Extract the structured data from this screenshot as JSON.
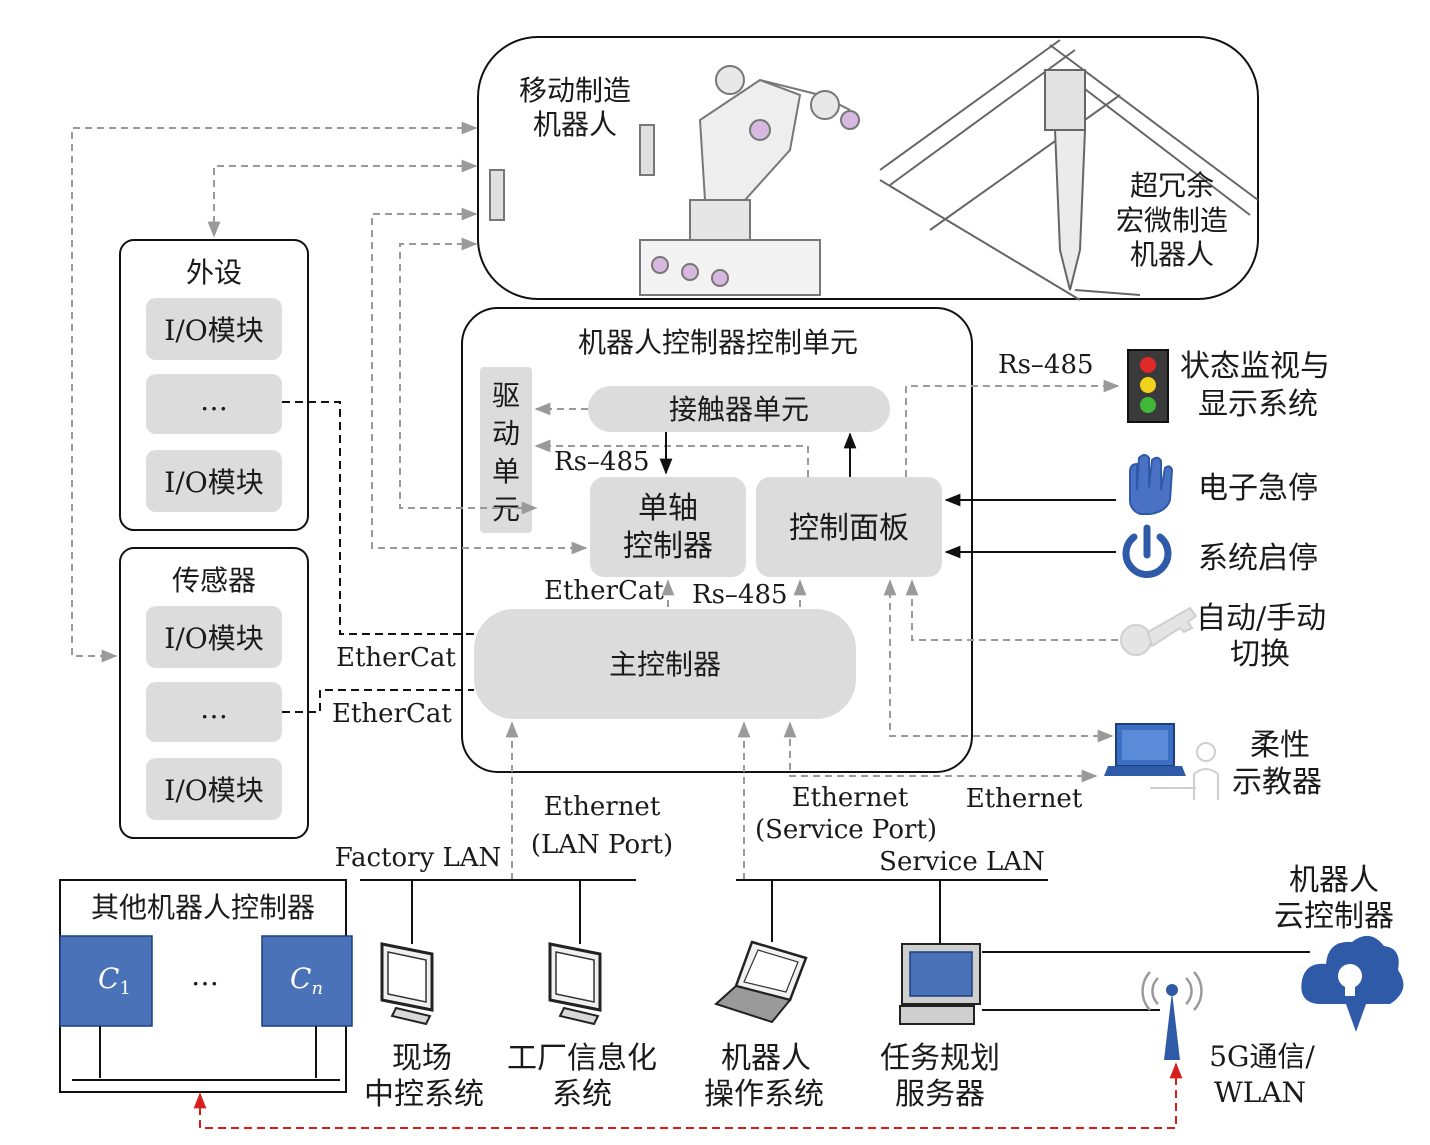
{
  "robots": {
    "mobile_label_1": "移动制造",
    "mobile_label_2": "机器人",
    "redundant_label_1": "超冗余",
    "redundant_label_2": "宏微制造",
    "redundant_label_3": "机器人"
  },
  "peripheral": {
    "title": "外设",
    "items": [
      "I/O模块",
      "…",
      "I/O模块"
    ]
  },
  "sensor": {
    "title": "传感器",
    "items": [
      "I/O模块",
      "…",
      "I/O模块"
    ]
  },
  "controller_unit": {
    "title": "机器人控制器控制单元",
    "drive_unit": [
      "驱",
      "动",
      "单",
      "元"
    ],
    "contactor_unit": "接触器单元",
    "single_axis_1": "单轴",
    "single_axis_2": "控制器",
    "control_panel": "控制面板",
    "main_controller": "主控制器",
    "rs485_a": "Rs–485",
    "rs485_b": "Rs–485",
    "ethercat_inner": "EtherCat"
  },
  "bus_labels": {
    "ethercat_1": "EtherCat",
    "ethercat_2": "EtherCat",
    "rs485_status": "Rs–485",
    "ethernet_lan_1": "Ethernet",
    "ethernet_lan_2": "(LAN Port)",
    "ethernet_service_1": "Ethernet",
    "ethernet_service_2": "(Service Port)",
    "ethernet_pendant": "Ethernet",
    "factory_lan": "Factory LAN",
    "service_lan": "Service LAN"
  },
  "right_devices": {
    "status_1": "状态监视与",
    "status_2": "显示系统",
    "estop": "电子急停",
    "start_stop": "系统启停",
    "auto_manual_1": "自动/手动",
    "auto_manual_2": "切换",
    "pendant_1": "柔性",
    "pendant_2": "示教器"
  },
  "other_controllers": {
    "title": "其他机器人控制器",
    "c1": "C",
    "c1_sub": "1",
    "ellipsis": "…",
    "cn": "C",
    "cn_sub": "n"
  },
  "bottom_devices": {
    "field_1": "现场",
    "field_2": "中控系统",
    "factory_1": "工厂信息化",
    "factory_2": "系统",
    "robot_op_1": "机器人",
    "robot_op_2": "操作系统",
    "task_1": "任务规划",
    "task_2": "服务器",
    "cloud_1": "机器人",
    "cloud_2": "云控制器",
    "wireless_1": "5G通信/",
    "wireless_2": "WLAN"
  },
  "colors": {
    "box_fill": "#dcdcdc",
    "dashed_gray": "#9a9a9a",
    "dashed_red": "#d62020",
    "blue": "#2f5aa8",
    "controller_blue": "#4a72b8"
  }
}
